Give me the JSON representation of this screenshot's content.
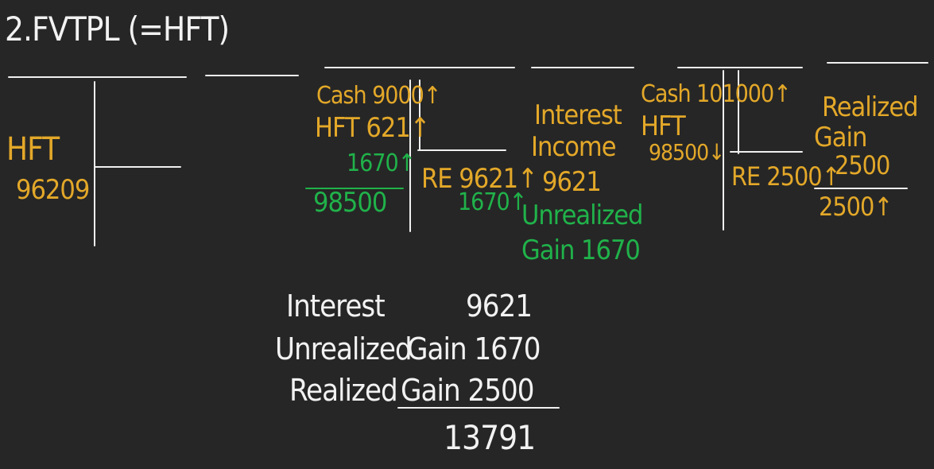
{
  "title": "2.FVTPL (=HFT)",
  "colors": {
    "background": "#262626",
    "white": "#f2f2f2",
    "yellow": "#e3a829",
    "green": "#20b24a"
  },
  "t_accounts": {
    "hft_left": {
      "account": "HFT",
      "amount": "96209"
    },
    "hft_entry": {
      "line1": "Cash 9000↑",
      "line2": "HFT 621↑",
      "line3": "1670↑",
      "total": "98500"
    },
    "re_entry": {
      "line1": "RE 9621↑",
      "line2": "1670↑"
    },
    "income": {
      "label1": "Interest",
      "label2": "Income",
      "amount": "9621",
      "unrealized1": "Unrealized",
      "unrealized2": "Gain 1670"
    },
    "sale_entry": {
      "line1": "Cash 101000↑",
      "line2": "HFT",
      "line3": "98500↓",
      "re": "RE 2500↑"
    },
    "realized": {
      "label1": "Realized",
      "label2": "Gain",
      "amount": "2500",
      "total": "2500↑"
    }
  },
  "summary": {
    "interest_label": "Interest",
    "interest_amount": "9621",
    "unrealized_label": "Unrealized",
    "unrealized_amount": "Gain 1670",
    "realized_label": "Realized",
    "realized_amount": "Gain 2500",
    "total": "13791"
  }
}
